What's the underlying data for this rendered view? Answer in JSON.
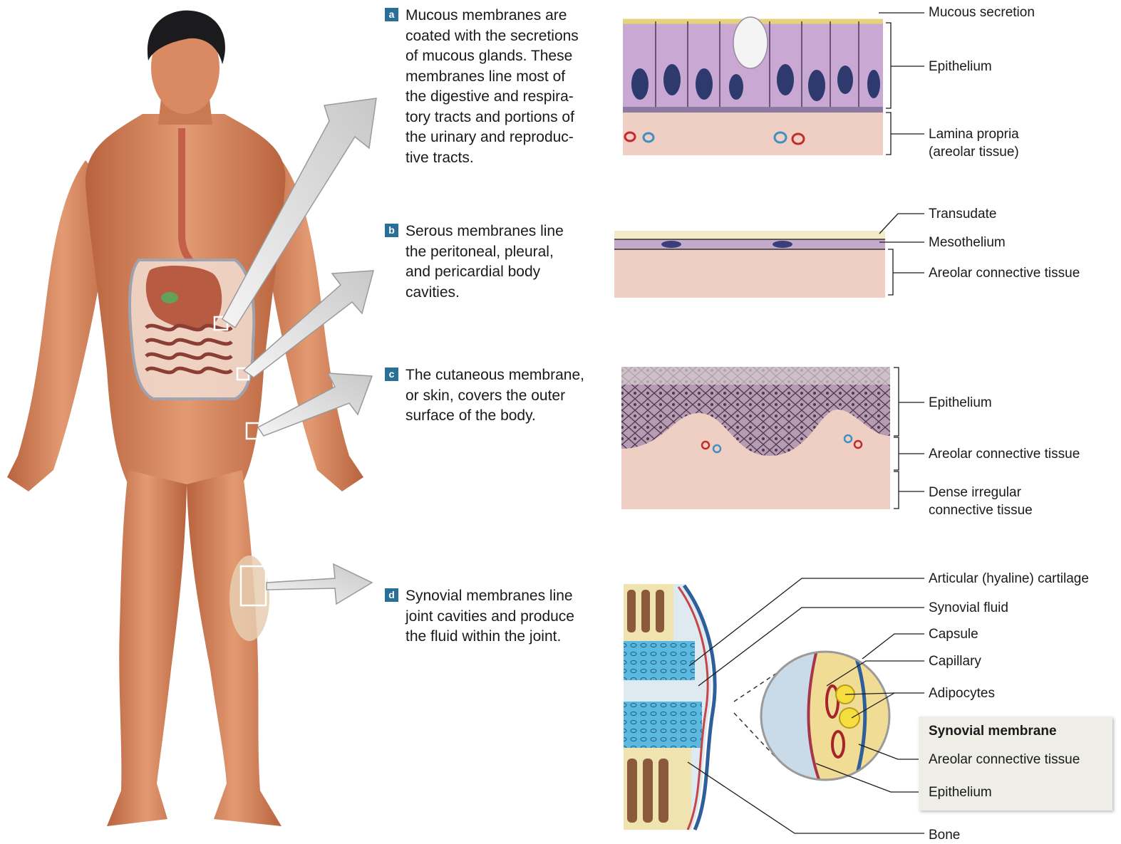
{
  "sections": [
    {
      "letter": "a",
      "text": "Mucous membranes are coated with the secretions of mucous glands. These membranes line most of the digestive and respira- tory tracts and portions of the urinary and reproduc- tive tracts.",
      "lines": [
        "Mucous membranes are",
        "coated with the secretions",
        "of mucous glands. These",
        "membranes line most of",
        "the digestive and respira-",
        "tory tracts and portions of",
        "the urinary and reproduc-",
        "tive tracts."
      ]
    },
    {
      "letter": "b",
      "text": "Serous membranes line the peritoneal, pleural, and pericardial body cavities.",
      "lines": [
        "Serous membranes line",
        "the peritoneal, pleural,",
        "and pericardial body",
        "cavities."
      ]
    },
    {
      "letter": "c",
      "text": "The cutaneous membrane, or skin, covers the outer surface of the body.",
      "lines": [
        "The cutaneous membrane,",
        "or skin, covers the outer",
        "surface of the body."
      ]
    },
    {
      "letter": "d",
      "text": "Synovial membranes line joint cavities and produce the fluid within the joint.",
      "lines": [
        "Synovial membranes line",
        "joint cavities and produce",
        "the fluid within the joint."
      ]
    }
  ],
  "labels": {
    "a": [
      "Mucous secretion",
      "Epithelium",
      [
        "Lamina propria",
        "(areolar tissue)"
      ]
    ],
    "b": [
      "Transudate",
      "Mesothelium",
      "Areolar connective tissue"
    ],
    "c": [
      "Epithelium",
      "Areolar connective tissue",
      [
        "Dense irregular",
        "connective tissue"
      ]
    ],
    "d": [
      "Articular (hyaline) cartilage",
      "Synovial fluid",
      "Capsule",
      "Capillary",
      "Adipocytes",
      "Areolar connective tissue",
      "Epithelium",
      "Bone"
    ]
  },
  "synovial_box_title": "Synovial membrane",
  "colors": {
    "badge": "#2a6f98",
    "skin": "#d98a62",
    "epithelium": "#c9a8d4",
    "nucleus": "#2e3a6e",
    "areolar": "#efcfc4",
    "cartilage": "#5bb9e0"
  }
}
